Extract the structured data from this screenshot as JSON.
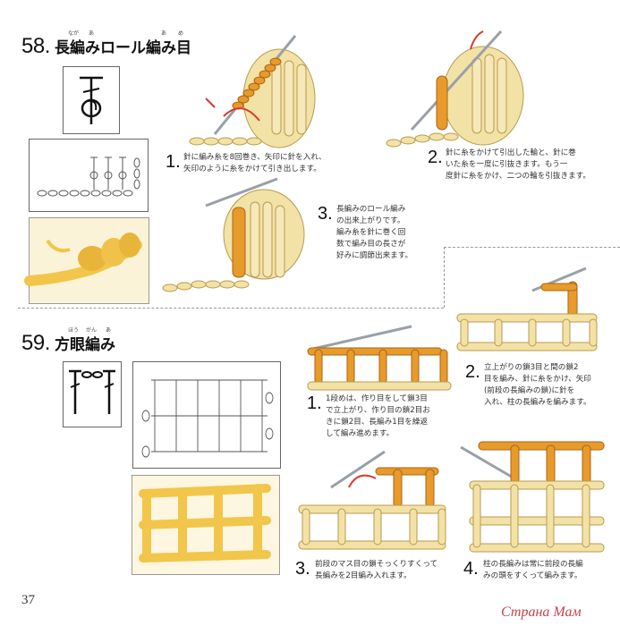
{
  "sections": [
    {
      "number": "58.",
      "title": "長編みロール編み目",
      "ruby": [
        "なが",
        "あ",
        "あ",
        "め"
      ],
      "steps": [
        {
          "number": "1.",
          "lines": [
            "針に編み糸を8回巻き、矢印に針を入れ、",
            "矢印のように糸をかけて引き出します。"
          ]
        },
        {
          "number": "2.",
          "lines": [
            "針に糸をかけて引出した輪と、針に巻",
            "いた糸を一度に引抜きます。もう一",
            "度針に糸をかけ、二つの輪を引抜きます。"
          ]
        },
        {
          "number": "3.",
          "lines": [
            "長編みのロール編み",
            "の出来上がりです。",
            "編み糸を針に巻く回",
            "数で編み目の長さが",
            "好みに調節出来ます。"
          ]
        }
      ]
    },
    {
      "number": "59.",
      "title": "方眼編み",
      "ruby": [
        "ほう",
        "がん",
        "あ"
      ],
      "steps": [
        {
          "number": "1.",
          "lines": [
            "1段めは、作り目をして鎖3目",
            "で立上がり、作り目の鎖2目お",
            "きに鎖2目、長編み1目を繰返",
            "して編み進めます。"
          ]
        },
        {
          "number": "2.",
          "lines": [
            "立上がりの鎖3目と間の鎖2",
            "目を編み、針に糸をかけ、矢印",
            "(前段の長編みの鎖)に針を",
            "入れ、柱の長編みを編みます。"
          ]
        },
        {
          "number": "3.",
          "lines": [
            "前段のマス目の鎖そっくりすくって",
            "長編みを2目編み入れます。"
          ]
        },
        {
          "number": "4.",
          "lines": [
            "柱の長編みは常に前段の長編",
            "みの頭をすくって編みます。"
          ]
        }
      ]
    }
  ],
  "page_number": "37",
  "watermark": "Страна Мам",
  "colors": {
    "yarn_cream": "#f3e2a6",
    "yarn_orange": "#e89a2a",
    "photo_yellow": "#f2c64a",
    "needle": "#9aa0a8",
    "arrow_red": "#d8392b"
  }
}
